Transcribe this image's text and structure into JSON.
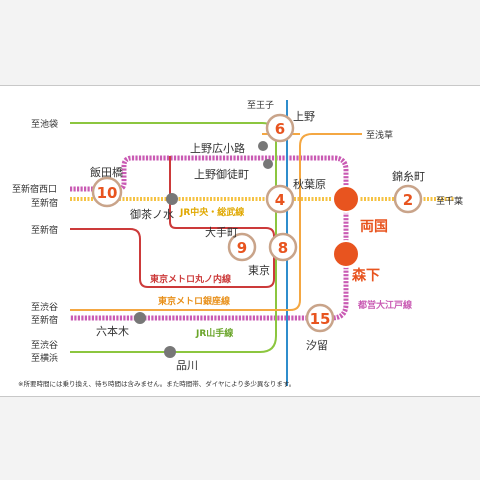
{
  "colors": {
    "jr_chuo_sobu": "#f5c242",
    "jr_yamanote": "#8cc63f",
    "chiyoda_blue": "#2f8dcc",
    "marunouchi": "#cc3a3a",
    "ginza": "#f4a742",
    "oedo": "#c95ab3",
    "highlight": "#e8541f",
    "transfer": "#777777"
  },
  "icons": [
    "highlight-station-circle",
    "transfer-dot",
    "minutes-badge"
  ],
  "destinations": {
    "oji": "至王子",
    "ikebukuro": "至池袋",
    "asakusa": "至浅草",
    "shinjuku_nishiguchi": "至新宿西口",
    "shinjuku_1": "至新宿",
    "shinjuku_2": "至新宿",
    "chiba": "至千葉",
    "shibuya_1": "至渋谷",
    "shinjuku_3": "至新宿",
    "shibuya_2": "至渋谷",
    "yokohama": "至横浜"
  },
  "stations": {
    "ueno": "上野",
    "ueno_hirokoji": "上野広小路",
    "ueno_okachimachi": "上野御徒町",
    "akihabara": "秋葉原",
    "kinshicho": "錦糸町",
    "iidabashi": "飯田橋",
    "ochanomizu": "御茶ノ水",
    "otemachi": "大手町",
    "tokyo": "東京",
    "roppongi": "六本木",
    "shiodome": "汐留",
    "shinagawa": "品川",
    "ryogoku": "両国",
    "morishita": "森下"
  },
  "line_labels": {
    "jr_chuo_sobu": "JR中央・総武線",
    "marunouchi": "東京メトロ丸ノ内線",
    "ginza": "東京メトロ銀座線",
    "yamanote": "JR山手線",
    "oedo": "都営大江戸線"
  },
  "minutes": {
    "ueno": "6",
    "akihabara": "4",
    "kinshicho": "2",
    "iidabashi": "10",
    "otemachi": "9",
    "tokyo": "8",
    "shiodome": "15"
  },
  "note": "※所要時間には乗り換え、待ち時間は含みません。また時間帯、ダイヤにより多少異なります。"
}
